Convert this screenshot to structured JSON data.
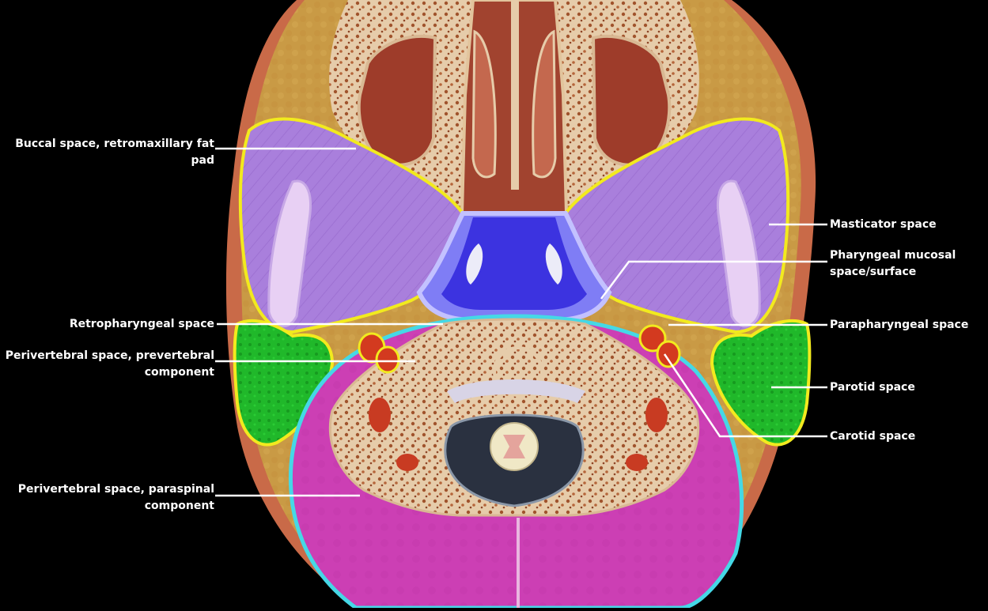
{
  "colors": {
    "background": "#000000",
    "skin": "#c96a48",
    "fat": "#c99a45",
    "bone": "#e6ccaa",
    "sinus": "#9e3c2a",
    "masticator": "#a97fdc",
    "pharyngeal_mucosal": "#6f6cf2",
    "parotid": "#20b82a",
    "perivertebral": "#cc3fb4",
    "boundary_yellow": "#f2ea1e",
    "boundary_cyan": "#45d8e6",
    "vessel": "#d33a1f",
    "leader_line": "#ffffff",
    "label_text": "#ffffff"
  },
  "labels": {
    "buccal": [
      "Buccal space, retromaxillary fat",
      "pad"
    ],
    "retropharyngeal": [
      "Retropharyngeal space"
    ],
    "perivertebral_prevertebral": [
      "Perivertebral space, prevertebral",
      "component"
    ],
    "perivertebral_paraspinal": [
      "Perivertebral space, paraspinal",
      "component"
    ],
    "masticator": [
      "Masticator space"
    ],
    "pharyngeal_mucosal": [
      "Pharyngeal mucosal",
      "space/surface"
    ],
    "parapharyngeal": [
      "Parapharyngeal space"
    ],
    "parotid": [
      "Parotid space"
    ],
    "carotid": [
      "Carotid space"
    ]
  }
}
